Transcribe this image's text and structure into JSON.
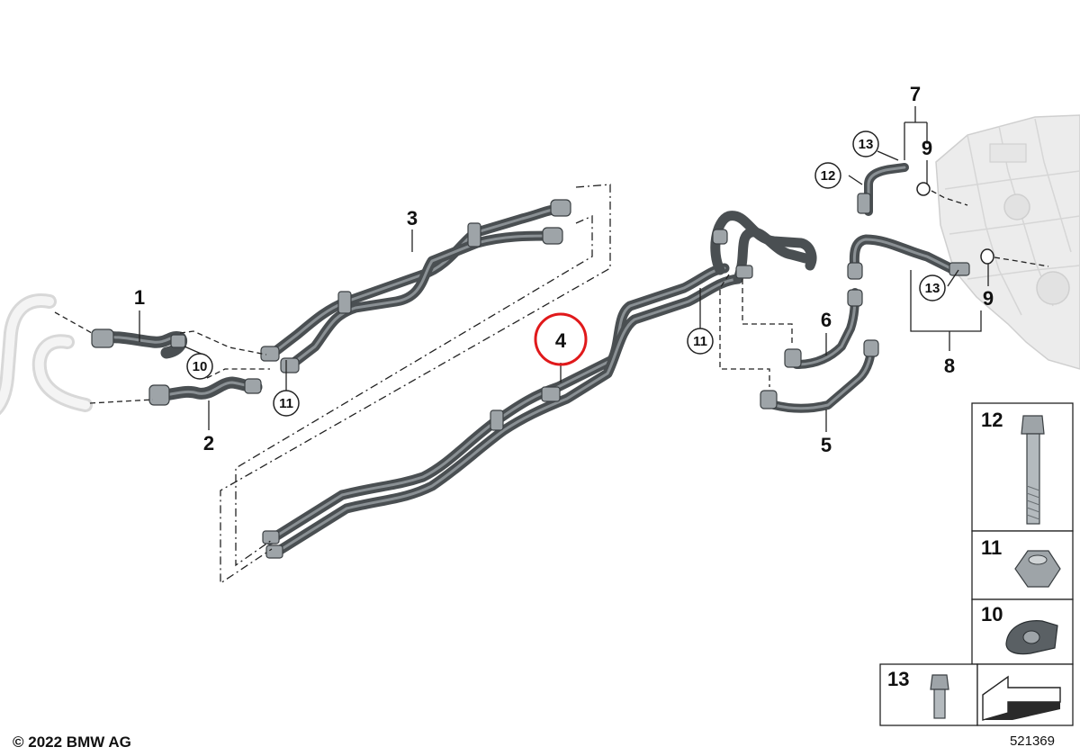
{
  "callouts": {
    "c1": "1",
    "c2": "2",
    "c3": "3",
    "c4": "4",
    "c5": "5",
    "c6": "6",
    "c7": "7",
    "c8": "8",
    "c9a": "9",
    "c9b": "9",
    "c10": "10",
    "c11a": "11",
    "c11b": "11",
    "c12": "12",
    "c13a": "13",
    "c13b": "13"
  },
  "legend": {
    "l12": "12",
    "l11": "11",
    "l10": "10",
    "l13": "13"
  },
  "highlight": {
    "color": "#e0191b",
    "part": "4"
  },
  "footer": {
    "copyright": "© 2022 BMW AG",
    "diagram_number": "521369"
  }
}
